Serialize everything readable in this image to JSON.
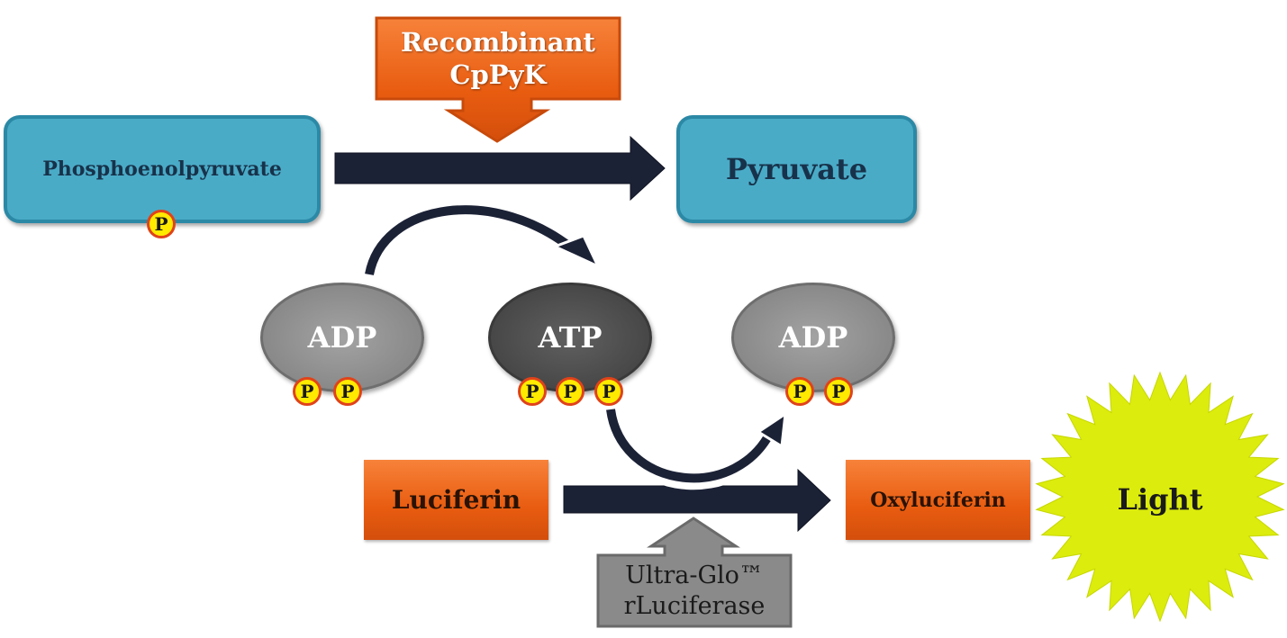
{
  "substrate": {
    "label": "Phosphoenolpyruvate",
    "phosphate": "P"
  },
  "product": {
    "label": "Pyruvate"
  },
  "enzyme_top": {
    "line1": "Recombinant",
    "line2": "CpPyK"
  },
  "adp_left": {
    "label": "ADP",
    "phosphates": [
      "P",
      "P"
    ]
  },
  "atp": {
    "label": "ATP",
    "phosphates": [
      "P",
      "P",
      "P"
    ]
  },
  "adp_right": {
    "label": "ADP",
    "phosphates": [
      "P",
      "P"
    ]
  },
  "luciferin": {
    "label": "Luciferin"
  },
  "oxyluciferin": {
    "label": "Oxyluciferin"
  },
  "enzyme_bottom": {
    "line1": "Ultra-Glo™",
    "line2": "rLuciferase"
  },
  "light": {
    "label": "Light"
  },
  "colors": {
    "blue_box": "#4aabc7",
    "orange_box": "#e85c10",
    "dark_arrow": "#1c2236",
    "gray_enzyme": "#8a8a8a",
    "light_burst": "#dcec0c",
    "phosphate_fill": "#ffea00",
    "phosphate_border": "#e0431a"
  }
}
